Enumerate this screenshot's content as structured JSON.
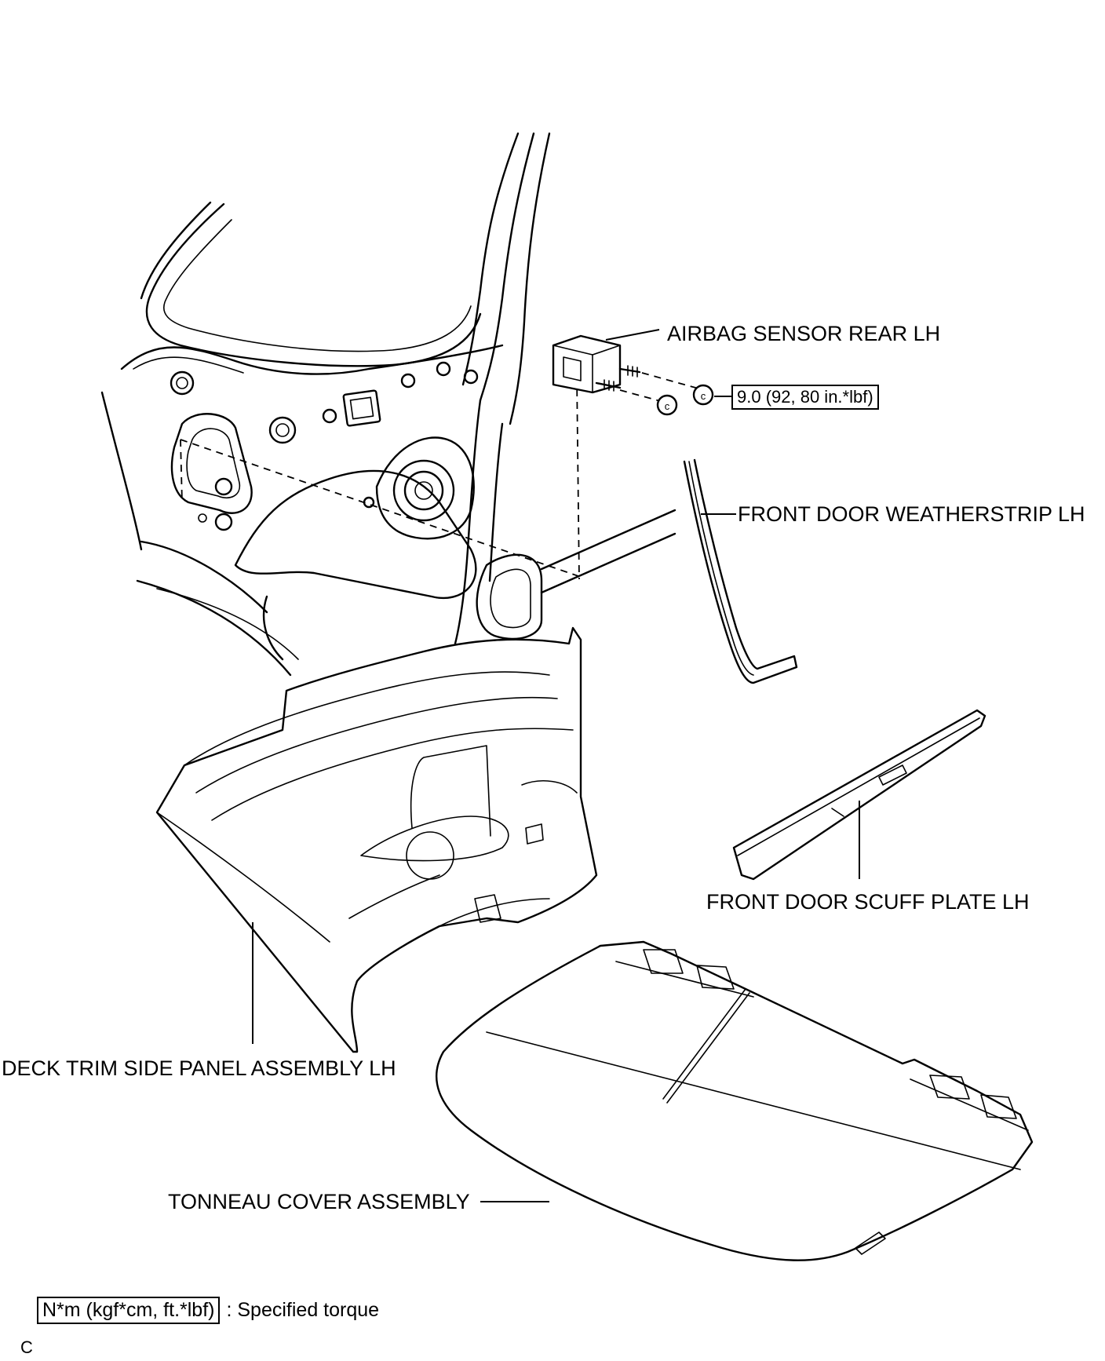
{
  "labels": {
    "airbag_sensor": "AIRBAG SENSOR REAR LH",
    "torque_value": "9.0 (92, 80 in.*lbf)",
    "weatherstrip": "FRONT DOOR WEATHERSTRIP LH",
    "scuff_plate": "FRONT DOOR SCUFF PLATE LH",
    "deck_trim": "DECK TRIM SIDE PANEL ASSEMBLY LH",
    "tonneau": "TONNEAU COVER ASSEMBLY"
  },
  "legend": {
    "unit_box": "N*m (kgf*cm, ft.*lbf)",
    "description": ": Specified torque"
  },
  "corner_mark": "C",
  "nut_marker": "c"
}
